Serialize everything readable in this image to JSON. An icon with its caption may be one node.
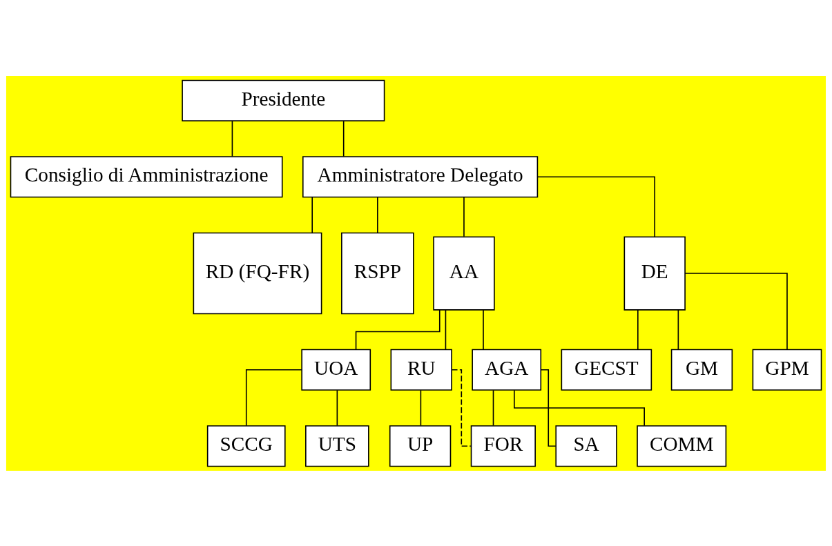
{
  "diagram": {
    "nodes": [
      {
        "text": [
          "Presidente"
        ]
      },
      {
        "text": [
          "Consiglio di Amministrazione"
        ]
      },
      {
        "text": [
          "Amministratore Delegato"
        ]
      },
      {
        "text": [
          "RD (FQ-FR)"
        ]
      },
      {
        "text": [
          "RSPP"
        ]
      },
      {
        "text": [
          "AA"
        ]
      },
      {
        "text": [
          "DE"
        ]
      },
      {
        "text": [
          "UOA"
        ]
      },
      {
        "text": [
          "RU"
        ]
      },
      {
        "text": [
          "AGA"
        ]
      },
      {
        "text": [
          "GECST"
        ]
      },
      {
        "text": [
          "GM"
        ]
      },
      {
        "text": [
          "GPM"
        ]
      },
      {
        "text": [
          "SCCG"
        ]
      },
      {
        "text": [
          "UTS"
        ]
      },
      {
        "text": [
          "UP"
        ]
      },
      {
        "text": [
          "SA"
        ]
      },
      {
        "text": [
          "COMM"
        ]
      },
      {
        "text": [
          "FOR"
        ]
      }
    ],
    "edges": [
      {
        "from": 0,
        "to": 1,
        "arrow": "none"
      },
      {
        "from": 0,
        "to": 2,
        "arrow": "none"
      },
      {
        "from": 2,
        "to": 3,
        "arrow": "none"
      },
      {
        "from": 2,
        "to": 4,
        "arrow": "none"
      },
      {
        "from": 2,
        "to": 5,
        "arrow": "none"
      },
      {
        "from": 2,
        "to": 6,
        "arrow": "none"
      },
      {
        "from": 5,
        "to": 7,
        "arrow": "none"
      },
      {
        "from": 5,
        "to": 8,
        "arrow": "none"
      },
      {
        "from": 5,
        "to": 9,
        "arrow": "none"
      },
      {
        "from": 6,
        "to": 10,
        "arrow": "none"
      },
      {
        "from": 6,
        "to": 11,
        "arrow": "none"
      },
      {
        "from": 6,
        "to": 12,
        "arrow": "none"
      },
      {
        "from": 7,
        "to": 13,
        "arrow": "none"
      },
      {
        "from": 7,
        "to": 14,
        "arrow": "none"
      },
      {
        "from": 8,
        "to": 15,
        "arrow": "none"
      },
      {
        "from": 9,
        "to": 16,
        "arrow": "none"
      },
      {
        "from": 9,
        "to": 17,
        "arrow": "none"
      },
      {
        "from": 9,
        "to": 18,
        "arrow": "none"
      },
      {
        "from": 8,
        "to": 18,
        "arrow": "none",
        "style": "dashed"
      }
    ]
  }
}
